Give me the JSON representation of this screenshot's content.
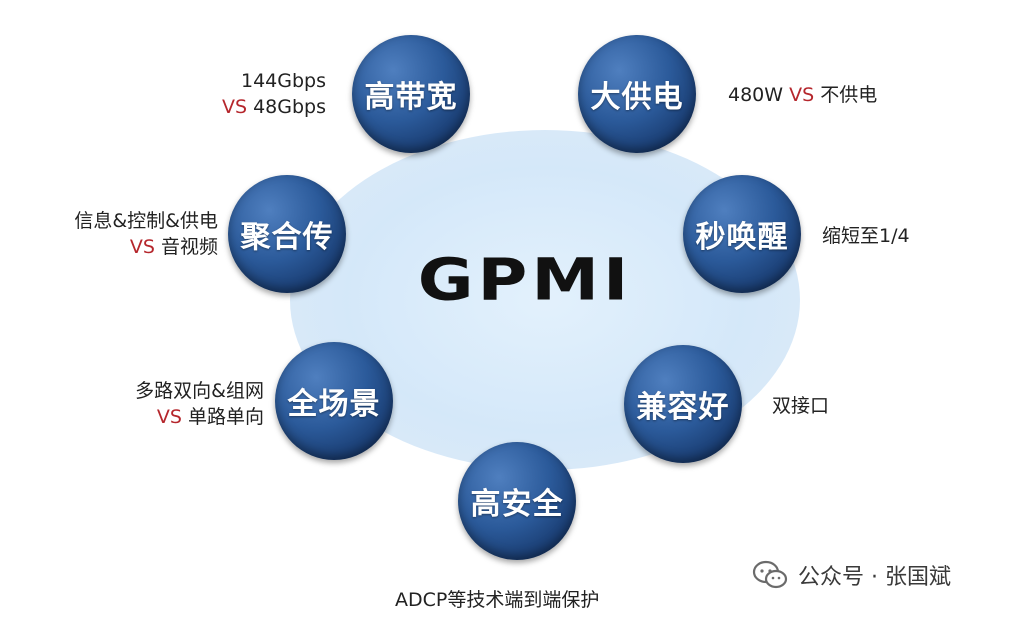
{
  "title": "GPMI",
  "vs": "VS",
  "nodes": [
    {
      "label": "高带宽",
      "line1": "144Gbps",
      "line2": "48Gbps"
    },
    {
      "label": "大供电",
      "pre": "480W ",
      "post": " 不供电"
    },
    {
      "label": "秒唤醒",
      "text": "缩短至1/4"
    },
    {
      "label": "兼容好",
      "text": "双接口"
    },
    {
      "label": "高安全",
      "text": "ADCP等技术端到端保护"
    },
    {
      "label": "全场景",
      "line1": "多路双向&组网",
      "line2": "单路单向"
    },
    {
      "label": "聚合传",
      "line1": "信息&控制&供电",
      "line2": "音视频"
    }
  ],
  "watermark": {
    "text": "公众号 · 张国斌",
    "icon": "wechat-icon"
  },
  "colors": {
    "node": "#1f4a85",
    "vs": "#b5262c",
    "halo": "#cfe4f7"
  }
}
